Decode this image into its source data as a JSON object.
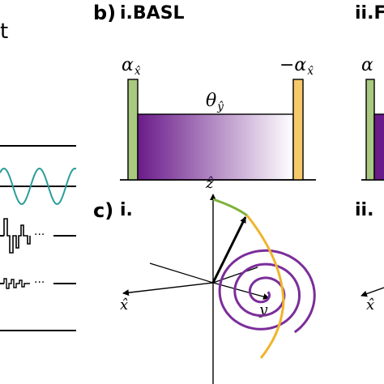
{
  "panel_b": {
    "letter": "b)",
    "sub_i": "i.BASL",
    "sub_ii": "ii.F",
    "alpha_symbol": "α",
    "alpha_sub": "x̂",
    "neg_alpha": "−α",
    "theta_symbol": "θ",
    "theta_sub": "ŷ",
    "colors": {
      "green": "#a8c97f",
      "purple": "#6a1b8a",
      "yellow": "#f7c96a"
    }
  },
  "panel_c": {
    "letter": "c)",
    "sub_i": "i.",
    "sub_ii": "ii.",
    "axis_z": "ẑ",
    "axis_x": "x̂",
    "axis_y": "y",
    "colors": {
      "green": "#7fb23a",
      "yellow": "#f0b429",
      "purple": "#7b2d9a",
      "arrow": "#000000"
    }
  },
  "left_panel": {
    "fragment_text": "t",
    "ellipsis_1": "···",
    "ellipsis_2": "···",
    "wave_color": "#2a9d9a"
  }
}
